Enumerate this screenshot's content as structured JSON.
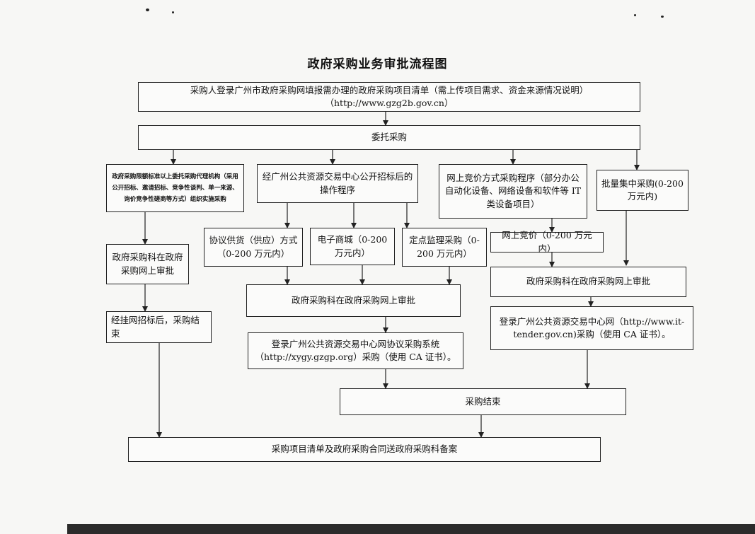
{
  "title": "政府采购业务审批流程图",
  "boxes": {
    "login_top": "采购人登录广州市政府采购网填报需办理的政府采购项目清单（需上传项目需求、资金来源情况说明）（http://www.gzg2b.gov.cn）",
    "entrust": "委托采购",
    "agency": "政府采购限额标准以上委托采购代理机构（采用公开招标、邀请招标、竞争性谈判、单一来源、询价竞争性磋商等方式）组织实施采购",
    "public_center": "经广州公共资源交易中心公开招标后的操作程序",
    "online_bid_proc": "网上竞价方式采购程序（部分办公自动化设备、网络设备和软件等 IT 类设备项目）",
    "batch": "批量集中采购(0-200万元内)",
    "approve_left": "政府采购科在政府采购网上审批",
    "protocol": "协议供货（供应）方式（0-200 万元内）",
    "emall": "电子商城（0-200万元内）",
    "designated": "定点监理采购（0-200 万元内）",
    "online_bid": "网上竞价（0-200 万元内）",
    "approve_mid": "政府采购科在政府采购网上审批",
    "approve_right": "政府采购科在政府采购网上审批",
    "end_left": "经挂网招标后，采购结束",
    "login_protocol": "登录广州公共资源交易中心网协议采购系统（http://xygy.gzgp.org）采购（使用 CA 证书）。",
    "login_center": "登录广州公共资源交易中心网（http://www.it-tender.gov.cn)采购（使用 CA 证书）。",
    "end": "采购结束",
    "file": "采购项目清单及政府采购合同送政府采购科备案"
  }
}
